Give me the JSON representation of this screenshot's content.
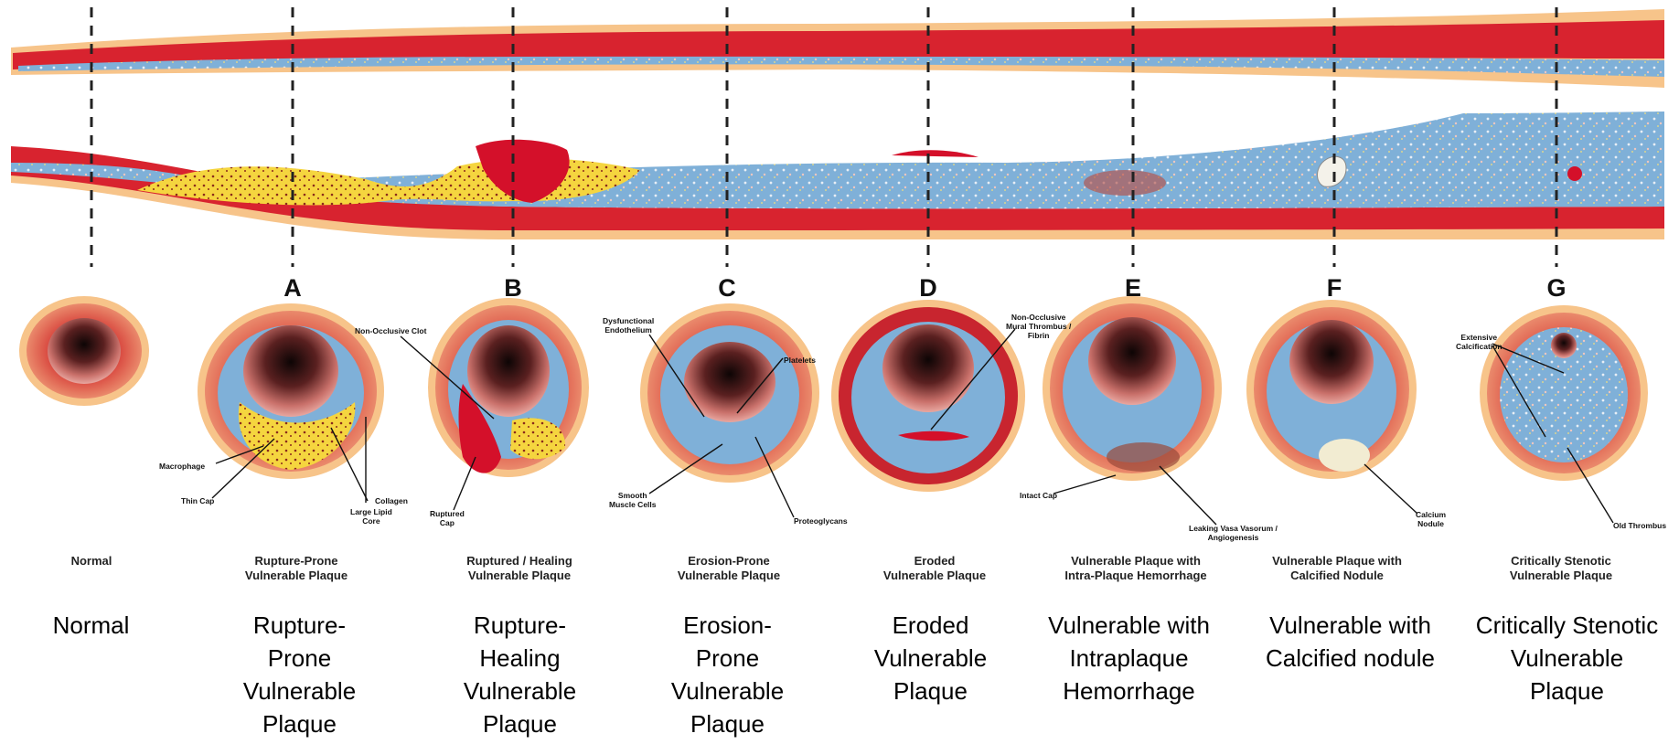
{
  "stage_letters": [
    "A",
    "B",
    "C",
    "D",
    "E",
    "F",
    "G"
  ],
  "small_captions": [
    [
      "Normal"
    ],
    [
      "Rupture-Prone",
      "Vulnerable Plaque"
    ],
    [
      "Ruptured / Healing",
      "Vulnerable Plaque"
    ],
    [
      "Erosion-Prone",
      "Vulnerable Plaque"
    ],
    [
      "Eroded",
      "Vulnerable Plaque"
    ],
    [
      "Vulnerable Plaque with",
      "Intra-Plaque Hemorrhage"
    ],
    [
      "Vulnerable Plaque with",
      "Calcified Nodule"
    ],
    [
      "Critically Stenotic",
      "Vulnerable Plaque"
    ]
  ],
  "big_captions": [
    [
      "Normal"
    ],
    [
      "Rupture-",
      "Prone",
      "Vulnerable",
      "Plaque"
    ],
    [
      "Rupture-",
      "Healing",
      "Vulnerable",
      "Plaque"
    ],
    [
      "Erosion-",
      "Prone",
      "Vulnerable",
      "Plaque"
    ],
    [
      "Eroded",
      "Vulnerable",
      "Plaque"
    ],
    [
      "Vulnerable with",
      "Intraplaque",
      "Hemorrhage"
    ],
    [
      "Vulnerable with",
      "Calcified nodule"
    ],
    [
      "Critically Stenotic",
      "Vulnerable",
      "Plaque"
    ]
  ],
  "annotations": {
    "macrophage": "Macrophage",
    "thin_cap": "Thin Cap",
    "large_lipid_core": [
      "Large Lipid",
      "Core"
    ],
    "collagen": "Collagen",
    "non_occlusive_clot": "Non-Occlusive Clot",
    "ruptured_cap": [
      "Ruptured",
      "Cap"
    ],
    "dysfunctional_endothelium": [
      "Dysfunctional",
      "Endothelium"
    ],
    "platelets": "Platelets",
    "smooth_muscle_cells": [
      "Smooth",
      "Muscle Cells"
    ],
    "proteoglycans": "Proteoglycans",
    "non_occlusive_mural_thrombus": [
      "Non-Occlusive",
      "Mural Thrombus /",
      "Fibrin"
    ],
    "intact_cap": "Intact Cap",
    "leaking_vasa_vasorum": [
      "Leaking Vasa Vasorum /",
      "Angiogenesis"
    ],
    "calcium_nodule": [
      "Calcium",
      "Nodule"
    ],
    "extensive_calcification": [
      "Extensive",
      "Calcification"
    ],
    "old_thrombus": "Old Thrombus"
  },
  "colors": {
    "adventitia": "#f7c48a",
    "media": "#d8232f",
    "intima": "#7fb0d8",
    "lipid_core": "#f5d53f",
    "thrombus": "#d4102a",
    "lumen_dark": "#1a0a0a"
  }
}
